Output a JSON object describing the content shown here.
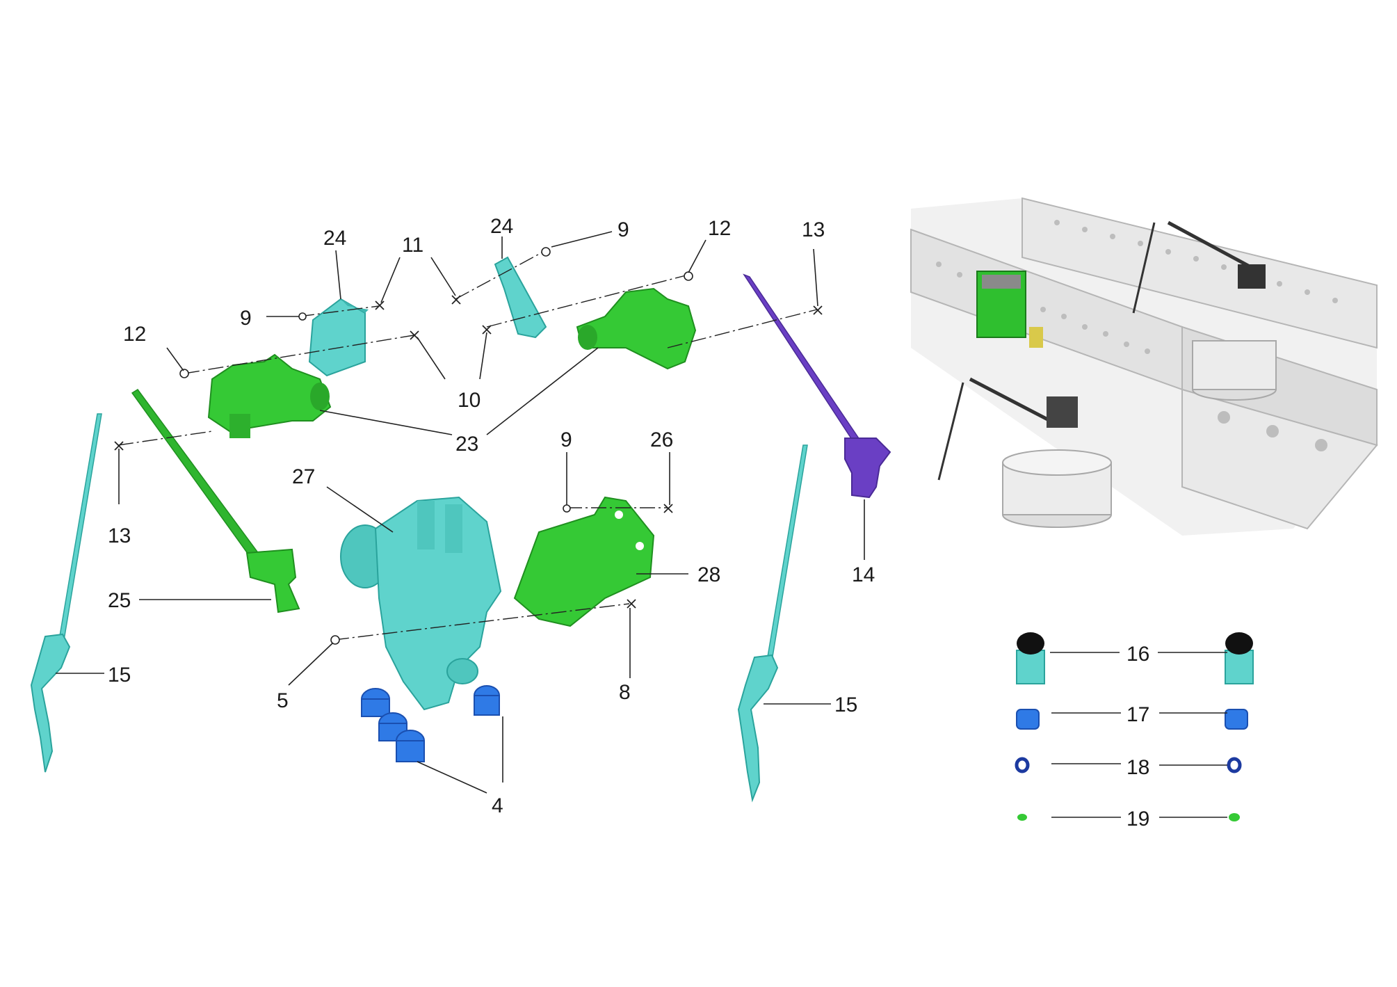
{
  "colors": {
    "green": "#35c935",
    "green_dark": "#1f8f1f",
    "cyan": "#5fd3cc",
    "cyan_dark": "#2aa39c",
    "purple": "#6a3fc4",
    "blue": "#2f7ae6",
    "blue_dark": "#1a4fb0",
    "navy": "#1c3aa0",
    "frame": "#e6e6e6",
    "frame_dark": "#b8b8b8"
  },
  "labels": {
    "l24a": "24",
    "l11": "11",
    "l24b": "24",
    "l9a": "9",
    "l12a": "12",
    "l13a": "13",
    "l9b": "9",
    "l12b": "12",
    "l10": "10",
    "l23": "23",
    "l13b": "13",
    "l27": "27",
    "l9c": "9",
    "l26": "26",
    "l28": "28",
    "l14": "14",
    "l25": "25",
    "l15a": "15",
    "l5": "5",
    "l8": "8",
    "l15b": "15",
    "l4": "4",
    "l16": "16",
    "l17": "17",
    "l18": "18",
    "l19": "19"
  },
  "icons": {
    "part_23": "valve-icon",
    "part_24": "bracket-icon",
    "part_13": "lever-rod-icon",
    "part_14": "lever-end-icon",
    "part_15": "height-sensor-rod-icon",
    "part_27": "ecas-valve-block-icon",
    "part_28": "mounting-bracket-icon",
    "part_4": "plug-icon",
    "part_16": "sensor-plug-icon",
    "part_17": "nut-icon",
    "part_18": "clip-icon",
    "part_19": "seal-icon",
    "inset": "chassis-frame-inset-icon"
  }
}
